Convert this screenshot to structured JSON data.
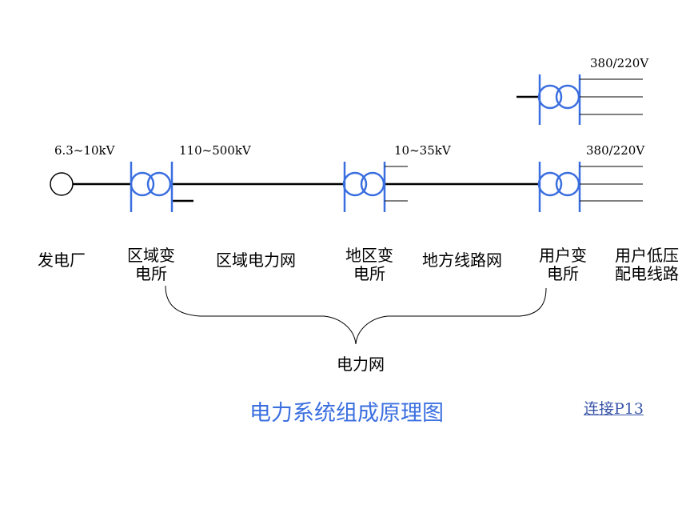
{
  "voltages": {
    "generator": "6.3~10kV",
    "regional_network": "110~500kV",
    "local_network": "10~35kV",
    "user_low_top": "380/220V",
    "user_low_main": "380/220V"
  },
  "labels": {
    "power_plant": "发电厂",
    "regional_substation_line1": "区域变",
    "regional_substation_line2": "电所",
    "regional_grid": "区域电力网",
    "district_substation_line1": "地区变",
    "district_substation_line2": "电所",
    "local_lines": "地方线路网",
    "user_substation_line1": "用户变",
    "user_substation_line2": "电所",
    "user_lv_line1": "用户低压",
    "user_lv_line2": "配电线路",
    "power_network": "电力网"
  },
  "title": "电力系统组成原理图",
  "link": "连接P13",
  "colors": {
    "transformer": "#3b6fe0",
    "title": "#3b6fe0",
    "link": "#3a55a8",
    "line": "#000000"
  }
}
